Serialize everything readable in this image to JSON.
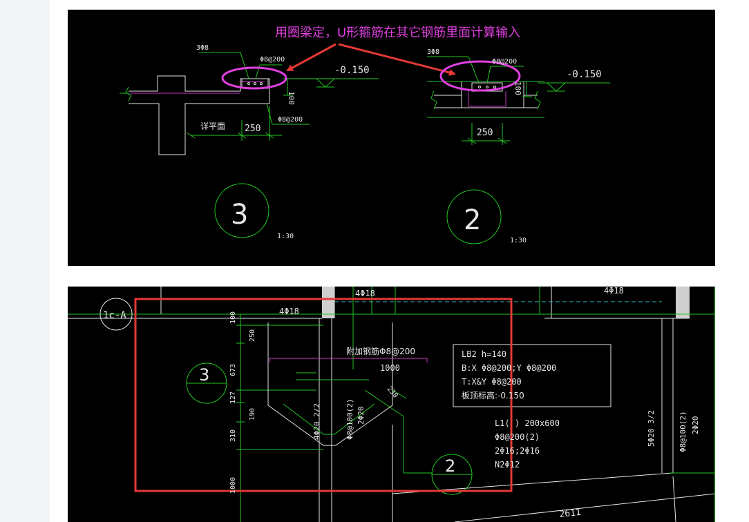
{
  "top": {
    "annotation": "用圈梁定，U形箍筋在其它钢筋里面计算输入",
    "left": {
      "rebar_top": "3Φ8",
      "stirrup_top": "Φ8@200",
      "stirrup_bottom": "Φ8@200",
      "elevation": "-0.150",
      "dim_height": "100",
      "dim_width": "250",
      "label": "详平面",
      "section_number": "3",
      "scale": "1:30"
    },
    "right": {
      "rebar_top": "3Φ8",
      "stirrup_top": "Φ8@200",
      "elevation": "-0.150",
      "dim_height": "100",
      "dim_width": "250",
      "section_number": "2",
      "scale": "1:30"
    }
  },
  "bottom": {
    "axis_label": "1c-A",
    "rebar_top_a": "4Φ18",
    "rebar_top_b": "4Φ18",
    "rebar_top_c": "4Φ18",
    "dims_vertical": [
      "100",
      "250",
      "673",
      "127",
      "190",
      "310",
      "1000"
    ],
    "added_rebar": "附加钢筋Φ8@200",
    "dim_1000": "1000",
    "dim_230": "230",
    "rebar_4phi20": "4Φ20 2/2",
    "rebar_stirrup": "Φ8@100(2)",
    "rebar_2phi20": "2Φ20",
    "slab_lines": [
      "LB2  h=140",
      "B:X  Φ8@200;Y  Φ8@200",
      "T:X&Y  Φ8@200",
      "板顶标高:-0.150"
    ],
    "beam_lines": [
      "L1( ) 200x600",
      "Φ8@200(2)",
      "2Φ16;2Φ16",
      "N2Φ12"
    ],
    "right_rebar_a": "5Φ20 3/2",
    "right_rebar_b": "Φ8@100(2)",
    "right_rebar_c": "2Φ20",
    "dim_2611": "2611",
    "section_3": "3",
    "section_2": "2"
  },
  "colors": {
    "annotation": "#e040e0",
    "highlight": "#e53935",
    "line_green": "#22c922",
    "line_white": "#e6e6e6",
    "line_magenta": "#cc33cc"
  }
}
